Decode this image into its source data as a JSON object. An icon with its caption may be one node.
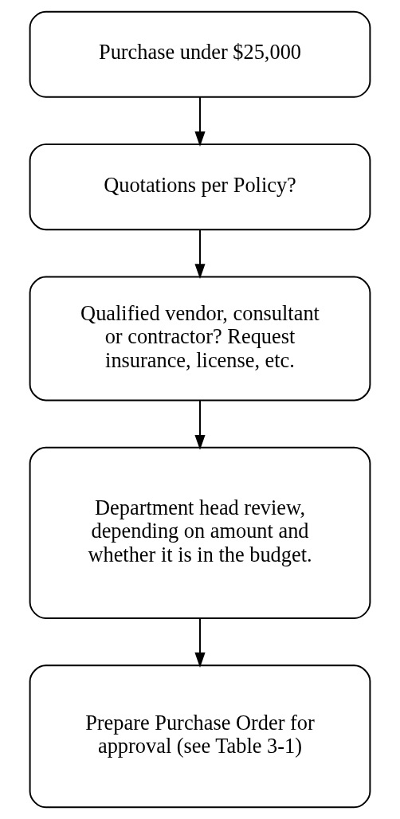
{
  "diagram": {
    "nodes": [
      {
        "text": [
          "Purchase under $25,000"
        ]
      },
      {
        "text": [
          "Quotations per Policy?"
        ]
      },
      {
        "text": [
          "Qualified vendor, consultant or contractor? Request insurance, license, etc."
        ]
      },
      {
        "text": [
          "Department head review, depending on amount and whether it is in the budget."
        ]
      },
      {
        "text": [
          "Prepare Purchase Order for approval (see Table 3-1)"
        ]
      }
    ],
    "edges": [
      {
        "from": 0,
        "to": 1,
        "arrow": "to"
      },
      {
        "from": 1,
        "to": 2,
        "arrow": "to"
      },
      {
        "from": 2,
        "to": 3,
        "arrow": "to"
      },
      {
        "from": 3,
        "to": 4,
        "arrow": "to"
      }
    ]
  }
}
